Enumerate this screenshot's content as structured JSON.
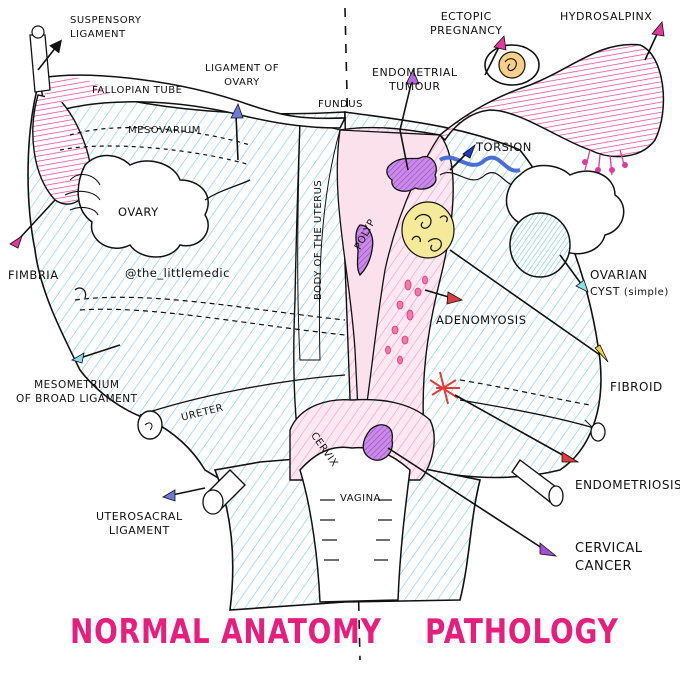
{
  "colors": {
    "normal_fill": "#dff4f7",
    "normal_hatch": "#78d4dc",
    "pathology_fill": "#fbe4ef",
    "pathology_hatch": "#f08cb8",
    "tube_pink": "#e2399c",
    "purple": "#a250d0",
    "fibroid_yellow": "#f4ea9a",
    "title_pink": "#e81e7f"
  },
  "labels": {
    "suspensory_ligament": "SUSPENSORY\nLIGAMENT",
    "fallopian_tube": "FALLOPIAN TUBE",
    "ligament_of_ovary": "LIGAMENT OF\nOVARY",
    "mesovarium": "MESOVARIUM",
    "ovary": "OVARY",
    "fimbria": "FIMBRIA",
    "handle": "@the_littlemedic",
    "mesometrium": "MESOMETRIUM\nOF BROAD LIGAMENT",
    "ureter": "URETER",
    "uterosacral": "UTEROSACRAL\nLIGAMENT",
    "fundus": "FUNDUS",
    "body_of_uterus": "BODY OF THE UTERUS",
    "cervix": "CERVIX",
    "vagina": "VAGINA",
    "polyp": "POLYP",
    "ectopic": "ECTOPIC\nPREGNANCY",
    "hydrosalpinx": "HYDROSALPINX",
    "endometrial_tumour": "ENDOMETRIAL\nTUMOUR",
    "torsion": "TORSION",
    "ovarian_cyst_line1": "OVARIAN",
    "ovarian_cyst_line2": "CYST",
    "ovarian_cyst_line2b": "(simple)",
    "adenomyosis": "ADENOMYOSIS",
    "fibroid": "FIBROID",
    "endometriosis": "ENDOMETRIOSIS",
    "cervical_cancer": "CERVICAL\nCANCER"
  },
  "titles": {
    "normal": "NORMAL ANATOMY",
    "pathology": "PATHOLOGY"
  }
}
